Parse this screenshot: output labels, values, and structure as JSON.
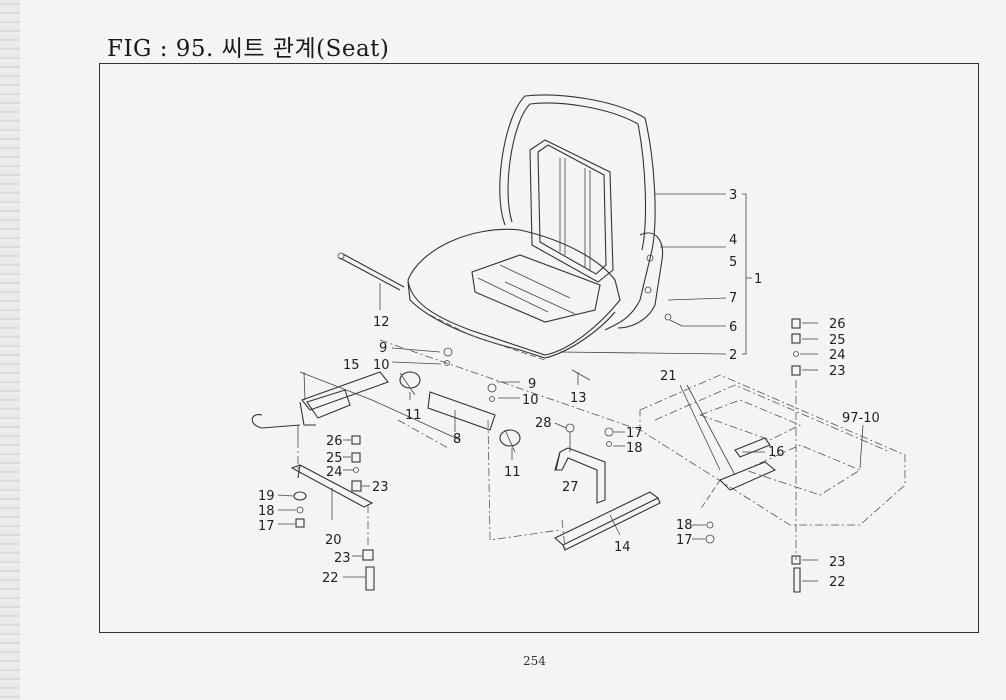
{
  "title": "FIG : 95. 씨트 관계(Seat)",
  "page_number": "254",
  "callouts": [
    {
      "id": "c3",
      "label": "3"
    },
    {
      "id": "c4",
      "label": "4"
    },
    {
      "id": "c5",
      "label": "5"
    },
    {
      "id": "c1",
      "label": "1"
    },
    {
      "id": "c7",
      "label": "7"
    },
    {
      "id": "c6",
      "label": "6"
    },
    {
      "id": "c2",
      "label": "2"
    },
    {
      "id": "c12",
      "label": "12"
    },
    {
      "id": "c9a",
      "label": "9"
    },
    {
      "id": "c10a",
      "label": "10"
    },
    {
      "id": "c15",
      "label": "15"
    },
    {
      "id": "c11a",
      "label": "11"
    },
    {
      "id": "c8",
      "label": "8"
    },
    {
      "id": "c9b",
      "label": "9"
    },
    {
      "id": "c10b",
      "label": "10"
    },
    {
      "id": "c13",
      "label": "13"
    },
    {
      "id": "c11b",
      "label": "11"
    },
    {
      "id": "c28",
      "label": "28"
    },
    {
      "id": "c17a",
      "label": "17"
    },
    {
      "id": "c18a",
      "label": "18"
    },
    {
      "id": "c27",
      "label": "27"
    },
    {
      "id": "c21",
      "label": "21"
    },
    {
      "id": "c16",
      "label": "16"
    },
    {
      "id": "c14",
      "label": "14"
    },
    {
      "id": "c18b",
      "label": "18"
    },
    {
      "id": "c17b",
      "label": "17"
    },
    {
      "id": "c26a",
      "label": "26"
    },
    {
      "id": "c25a",
      "label": "25"
    },
    {
      "id": "c24a",
      "label": "24"
    },
    {
      "id": "c23a",
      "label": "23"
    },
    {
      "id": "c97",
      "label": "97-10"
    },
    {
      "id": "c23r",
      "label": "23"
    },
    {
      "id": "c22r",
      "label": "22"
    },
    {
      "id": "c26b",
      "label": "26"
    },
    {
      "id": "c25b",
      "label": "25"
    },
    {
      "id": "c24b",
      "label": "24"
    },
    {
      "id": "c23b",
      "label": "23"
    },
    {
      "id": "c19",
      "label": "19"
    },
    {
      "id": "c18c",
      "label": "18"
    },
    {
      "id": "c17c",
      "label": "17"
    },
    {
      "id": "c20",
      "label": "20"
    },
    {
      "id": "c23c",
      "label": "23"
    },
    {
      "id": "c22c",
      "label": "22"
    }
  ]
}
